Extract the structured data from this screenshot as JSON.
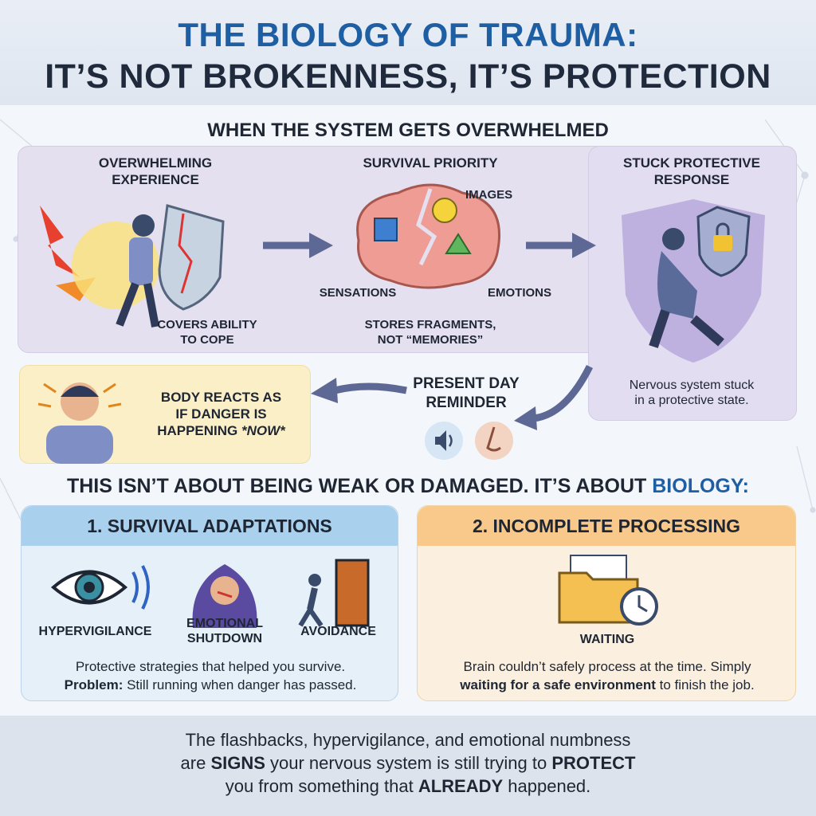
{
  "title": {
    "line1": "THE BIOLOGY OF TRAUMA:",
    "line2": "IT’S NOT BROKENNESS, IT’S PROTECTION"
  },
  "overwhelmed": {
    "heading": "WHEN THE SYSTEM GETS OVERWHELMED",
    "step1": {
      "title_l1": "OVERWHELMING",
      "title_l2": "EXPERIENCE",
      "cap_l1": "COVERS ABILITY",
      "cap_l2": "TO COPE"
    },
    "step2": {
      "title": "SURVIVAL PRIORITY",
      "label_images": "IMAGES",
      "label_sensations": "SENSATIONS",
      "label_emotions": "EMOTIONS",
      "cap_l1": "STORES FRAGMENTS,",
      "cap_l2": "NOT “MEMORIES”"
    },
    "step3": {
      "title_l1": "STUCK PROTECTIVE",
      "title_l2": "RESPONSE",
      "cap_l1": "Nervous system stuck",
      "cap_l2": "in a protective state."
    },
    "reminder": {
      "title_l1": "PRESENT DAY",
      "title_l2": "REMINDER"
    },
    "body": {
      "l1": "BODY REACTS AS",
      "l2": "IF DANGER IS",
      "l3a": "HAPPENING ",
      "l3b": "*NOW*"
    }
  },
  "biology": {
    "lead": "THIS ISN’T ABOUT BEING WEAK OR DAMAGED. IT’S ABOUT ",
    "highlight": "BIOLOGY:"
  },
  "card1": {
    "heading": "1. SURVIVAL ADAPTATIONS",
    "item1": "HYPERVIGILANCE",
    "item2_l1": "EMOTIONAL",
    "item2_l2": "SHUTDOWN",
    "item3": "AVOIDANCE",
    "desc_l1": "Protective strategies that helped you survive.",
    "desc_bold": "Problem:",
    "desc_l2": " Still running when danger has passed."
  },
  "card2": {
    "heading": "2. INCOMPLETE PROCESSING",
    "item": "WAITING",
    "desc_l1": "Brain couldn’t safely process at the time. Simply",
    "desc_bold": "waiting for a safe environment",
    "desc_l2": " to finish the job."
  },
  "footer": {
    "l1": "The flashbacks, hypervigilance, and emotional numbness",
    "l2a": "are ",
    "l2b": "SIGNS",
    "l2c": " your nervous system is still trying to ",
    "l2d": "PROTECT",
    "l3a": "you from something that ",
    "l3b": "ALREADY",
    "l3c": " happened."
  },
  "colors": {
    "accent_blue": "#1e5ea3",
    "panel_purple": "#e4e0f0",
    "card_blue": "#a9d1ee",
    "card_orange": "#f8c98a"
  }
}
